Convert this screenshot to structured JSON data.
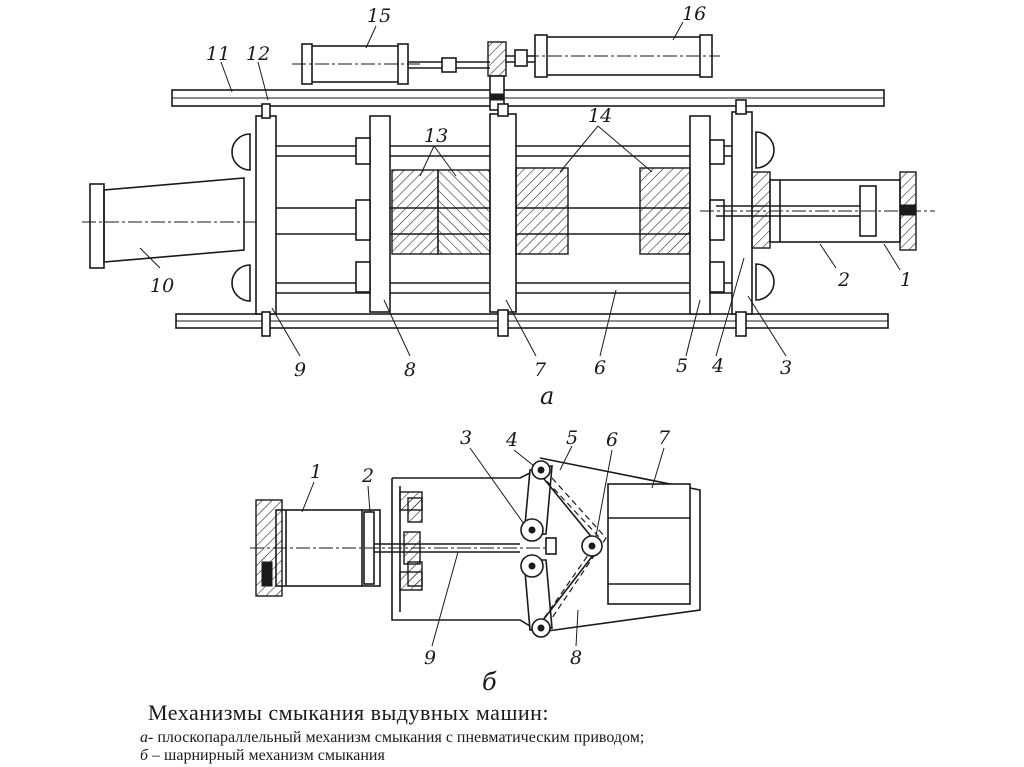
{
  "diagram_a": {
    "sublabel": "а",
    "labels": {
      "l1": "1",
      "l2": "2",
      "l3": "3",
      "l4": "4",
      "l5": "5",
      "l6": "6",
      "l7": "7",
      "l8": "8",
      "l9": "9",
      "l10": "10",
      "l11": "11",
      "l12": "12",
      "l13": "13",
      "l14": "14",
      "l15": "15",
      "l16": "16"
    }
  },
  "diagram_b": {
    "sublabel": "б",
    "labels": {
      "l1": "1",
      "l2": "2",
      "l3": "3",
      "l4": "4",
      "l5": "5",
      "l6": "6",
      "l7": "7",
      "l8": "8",
      "l9": "9"
    }
  },
  "caption": {
    "title": "Механизмы  смыкания  выдувных  машин:",
    "line_a_prefix": "а-",
    "line_a_text": "плоскопараллельный  механизм  смыкания  с  пневматическим  приводом;",
    "line_b_prefix": "б –",
    "line_b_text": "шарнирный  механизм  смыкания"
  }
}
